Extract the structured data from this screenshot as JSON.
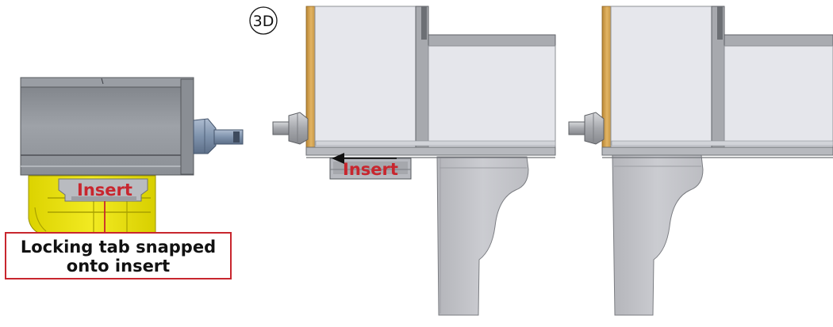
{
  "diagram": {
    "step_label": "3D",
    "left_panel": {
      "insert_label": "Insert",
      "callout_lines": [
        "Locking tab snapped",
        "onto insert"
      ]
    },
    "middle_panel": {
      "insert_label": "Insert"
    }
  },
  "colors": {
    "callout_red": "#c8262e",
    "bracket_yellow": "#e8e000",
    "window_frame_gray": "#8f9399",
    "window_glass": "#e7e8ee",
    "wood_trim": "#d6a553",
    "bracket_gray": "#c4c5ca",
    "connector_blue": "#8fa3bd"
  }
}
